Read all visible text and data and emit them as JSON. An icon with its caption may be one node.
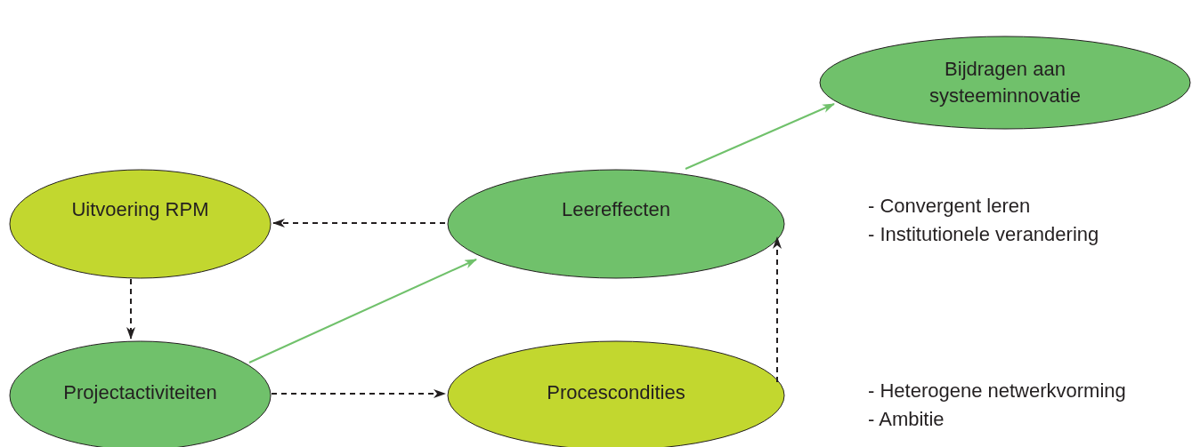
{
  "diagram": {
    "nodes": [
      {
        "text": [
          "Bijdragen aan systeeminnovatie"
        ]
      },
      {
        "text": [
          "Uitvoering RPM"
        ]
      },
      {
        "text": [
          "Leereffecten"
        ]
      },
      {
        "text": [
          "Projectactiviteiten"
        ]
      },
      {
        "text": [
          "Procescondities"
        ]
      }
    ],
    "edges": [
      {
        "from": 2,
        "to": 1,
        "arrow": "to",
        "style": "dashed"
      },
      {
        "from": 1,
        "to": 3,
        "arrow": "to",
        "style": "dashed"
      },
      {
        "from": 3,
        "to": 4,
        "arrow": "to",
        "style": "dashed"
      },
      {
        "from": 4,
        "to": 2,
        "arrow": "to",
        "style": "dashed"
      },
      {
        "from": 3,
        "to": 2,
        "arrow": "to",
        "color": "#70c16b"
      },
      {
        "from": 2,
        "to": 0,
        "arrow": "to",
        "color": "#70c16b"
      }
    ],
    "labels": [
      "- Convergent leren",
      "- Institutionele verandering",
      "- Heterogene netwerkvorming",
      "- Ambitie"
    ]
  }
}
